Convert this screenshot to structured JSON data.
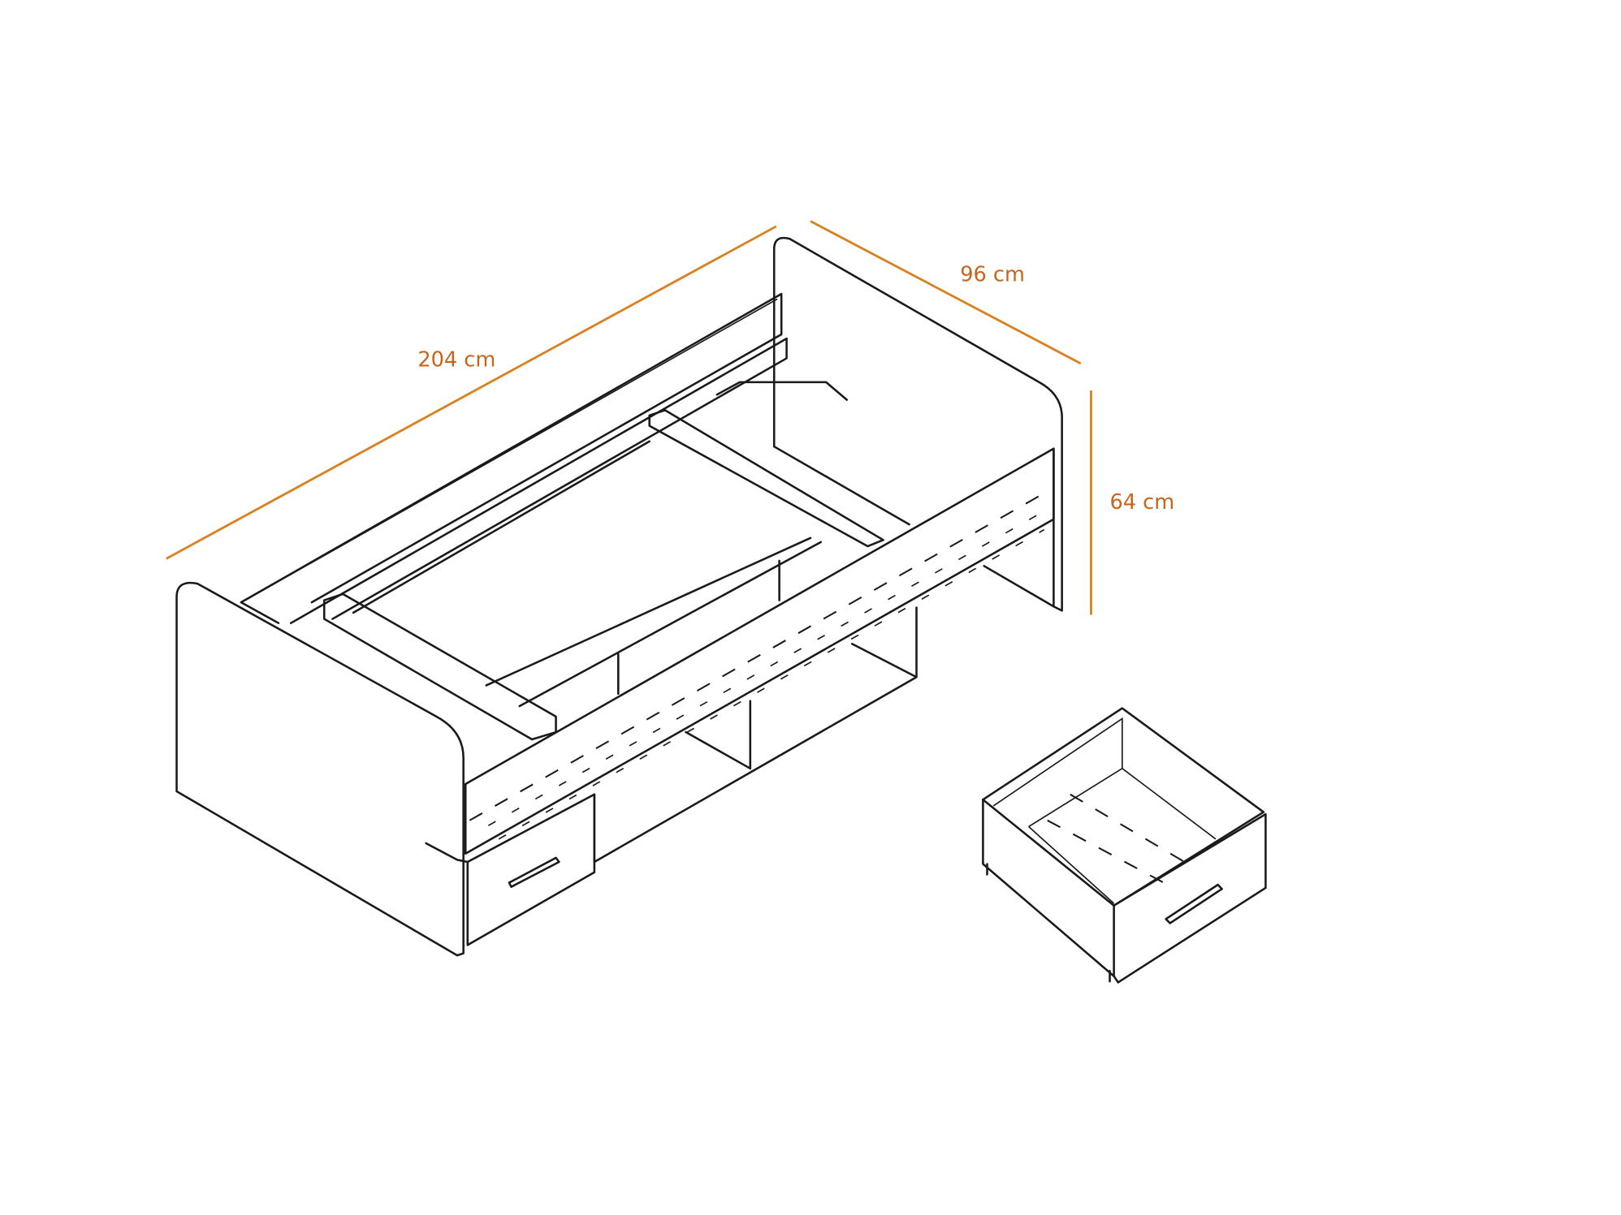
{
  "dimensions": {
    "length": "204 cm",
    "width": "96 cm",
    "height": "64 cm"
  },
  "colors": {
    "dimension": "#d9801f",
    "label": "#c8651a",
    "line": "#1a1a1a"
  }
}
